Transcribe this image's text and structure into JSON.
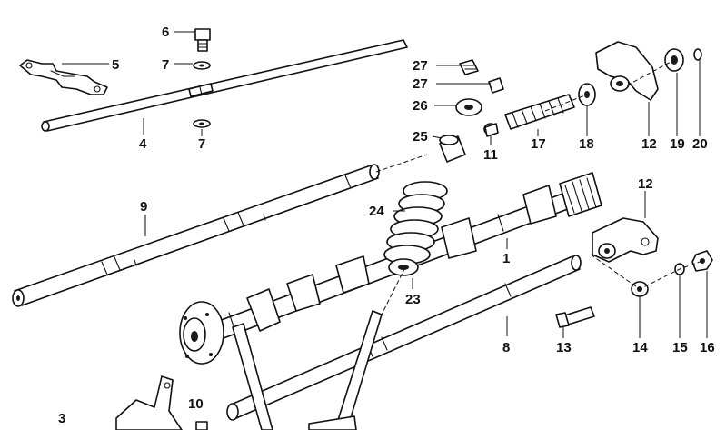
{
  "diagram": {
    "callouts": {
      "c1": "1",
      "c3": "3",
      "c4": "4",
      "c5": "5",
      "c6": "6",
      "c7a": "7",
      "c7b": "7",
      "c8": "8",
      "c9": "9",
      "c10": "10",
      "c11": "11",
      "c12a": "12",
      "c12b": "12",
      "c13": "13",
      "c14": "14",
      "c15": "15",
      "c16": "16",
      "c17": "17",
      "c18": "18",
      "c19": "19",
      "c20": "20",
      "c23": "23",
      "c24": "24",
      "c25": "25",
      "c26": "26",
      "c27a": "27",
      "c27b": "27"
    }
  }
}
